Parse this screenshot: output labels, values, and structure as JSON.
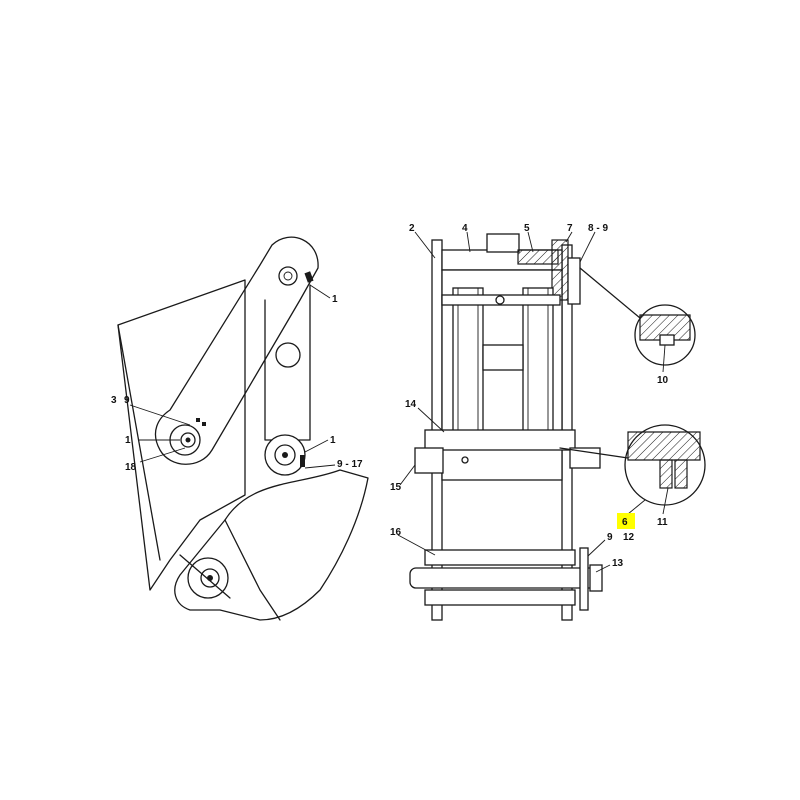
{
  "labels": {
    "left": {
      "l1_top": "1",
      "l3": "3",
      "l9": "9",
      "l1_mid": "1",
      "l18": "18",
      "l1_right": "1",
      "l9_17": "9 - 17"
    },
    "right": {
      "l2": "2",
      "l4": "4",
      "l5": "5",
      "l7": "7",
      "l8_9": "8 - 9",
      "l10": "10",
      "l14": "14",
      "l15": "15",
      "l6": "6",
      "l11": "11",
      "l9b": "9",
      "l12": "12",
      "l16": "16",
      "l13": "13"
    }
  },
  "highlight_color": "#ffff00"
}
